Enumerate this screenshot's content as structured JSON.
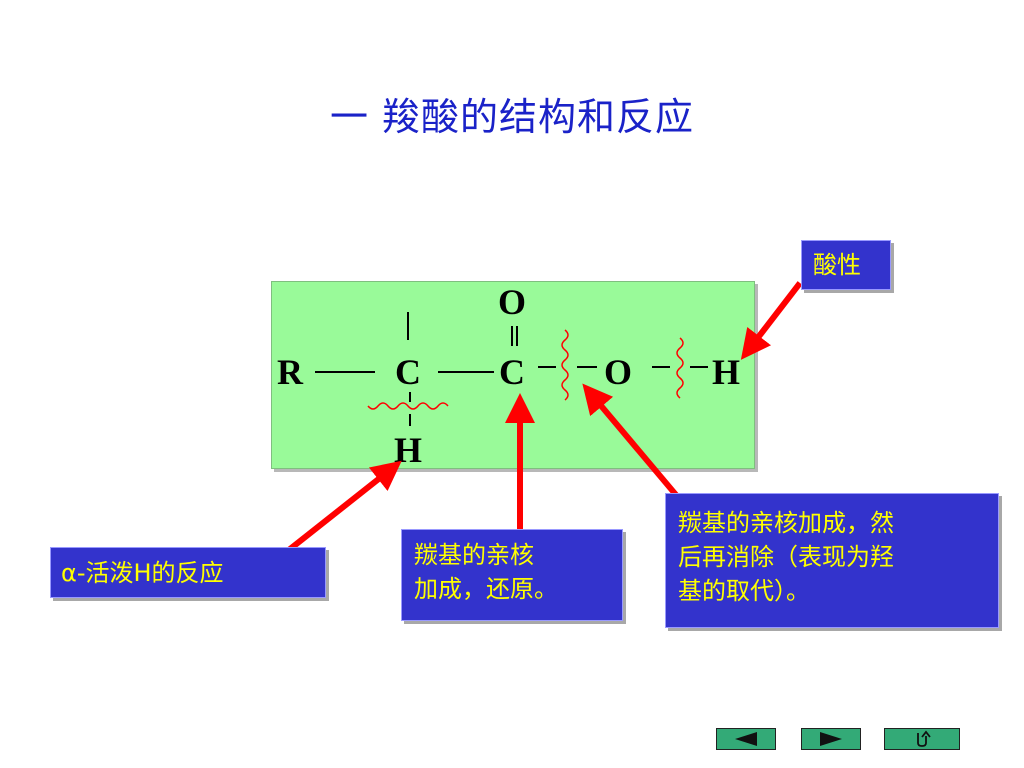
{
  "slide": {
    "title": "一  羧酸的结构和反应"
  },
  "molecule": {
    "atoms": {
      "r": "R",
      "c_alpha": "C",
      "c_carbonyl": "C",
      "o_carbonyl": "O",
      "o_hydroxyl": "O",
      "h_hydroxyl": "H",
      "h_alpha": "H"
    }
  },
  "labels": {
    "acidity": "酸性",
    "alpha_h": "α-活泼H的反应",
    "carbonyl_addition": [
      "羰基的亲核",
      "加成，还原。"
    ],
    "substitution": [
      "羰基的亲核加成，然",
      "后再消除（表现为羟",
      "基的取代）。"
    ]
  },
  "colors": {
    "title": "#1a22c8",
    "box_background": "#99fa99",
    "label_background": "#3333cc",
    "label_text": "#ffff00",
    "arrow": "#ff0000",
    "cleavage_mark": "#ff0000",
    "nav_button": "#33aa77"
  },
  "nav": {
    "prev_icon": "triangle-left-icon",
    "next_icon": "triangle-right-icon",
    "return_icon": "return-arrow-icon"
  }
}
